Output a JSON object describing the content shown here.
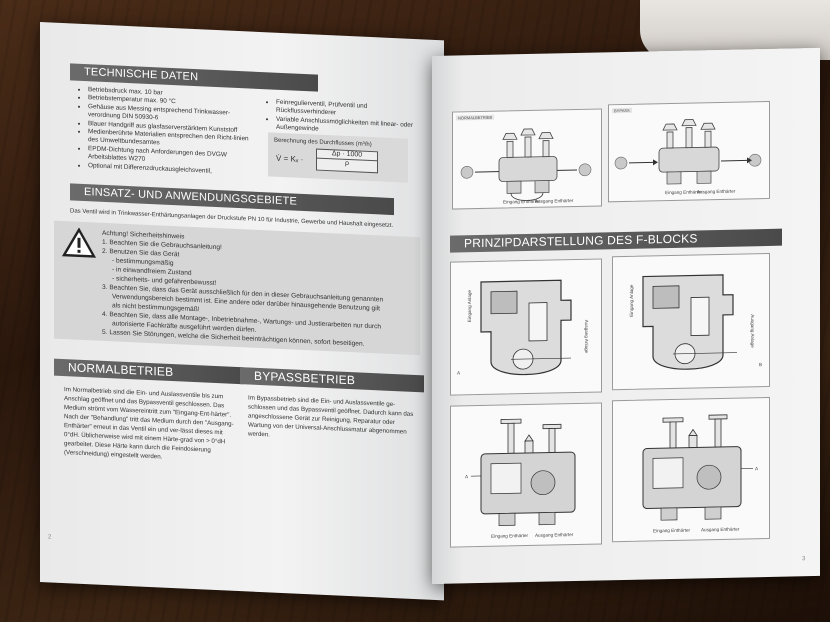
{
  "left_page": {
    "technische_daten": {
      "title": "TECHNISCHE DATEN",
      "bullets": [
        "Betriebsdruck max. 10 bar",
        "Betriebstemperatur max. 90 °C",
        "Gehäuse aus Messing entsprechend Trinkwasser-verordnung DIN 50930-6",
        "Blauer Handgriff aus glasfaserverstärktem Kunststoff",
        "Medienberührte Materialien entsprechen den Richt-linien des Umweltbundesamtes",
        "EPDM-Dichtung nach Anforderungen des DVGW Arbeitsblattes W270",
        "Optional mit Differenzdruckausgleichsventil,"
      ],
      "right_col": [
        "Feinregulierventil, Prüfventil und Rückflussverhinderer",
        "Variable Anschlussmöglichkeiten mit linear- oder Außengewinde"
      ],
      "formula_title": "Berechnung des Durchflusses (m³/h)",
      "formula_lhs": "V̇ = Kᵥ ·",
      "formula_num": "Δp · 1000",
      "formula_den": "ρ"
    },
    "einsatz": {
      "title": "EINSATZ- UND ANWENDUNGSGEBIETE",
      "text": "Das Ventil wird in Trinkwasser-Enthärtungsanlagen der Druckstufe PN 10 für Industrie, Gewerbe und Haushalt eingesetzt."
    },
    "warning": {
      "heading": "Achtung! Sicherheitshinweis",
      "items": [
        "1. Beachten Sie die Gebrauchsanleitung!",
        "2. Benutzen Sie das Gerät",
        "- bestimmungsmäßig",
        "- in einwandfreiem Zustand",
        "- sicherheits- und gefahrenbewusst!",
        "3. Beachten Sie, dass das Gerät ausschließlich für den in dieser Gebrauchsanleitung genannten",
        "Verwendungsbereich bestimmt ist. Eine andere oder darüber hinausgehende Benutzung gilt",
        "als nicht bestimmungsgemäß!",
        "4. Beachten Sie, dass alle Montage-, Inbetriebnahme-, Wartungs- und Justierarbeiten nur durch",
        "autorisierte Fachkräfte ausgeführt werden dürfen.",
        "5. Lassen Sie Störungen, welche die Sicherheit beeinträchtigen können, sofort beseitigen."
      ]
    },
    "normalbetrieb": {
      "title": "NORMALBETRIEB",
      "text": "Im Normalbetrieb sind die Ein- und Auslassventile bis zum Anschlag geöffnet und das Bypassventil geschlossen. Das Medium strömt vom Wassereintritt zum \"Eingang-Ent-härter\". Nach der \"Behandlung\" tritt das Medium durch den \"Ausgang-Enthärter\" erneut in das Ventil ein und ver-lässt dieses mit 0°dH. Üblicherweise wird mit einem Härte-grad von > 0°dH gearbeitet. Diese Härte kann durch die Feindosierung (Verschneidung) eingestellt werden."
    },
    "bypassbetrieb": {
      "title": "BYPASSBETRIEB",
      "text": "Im Bypassbetrieb sind die Ein- und Auslassventile ge-schlossen und das Bypassventil geöffnet. Dadurch kann das angeschlossene Gerät zur Reinigung, Reparatur oder Wartung von der Universal-Anschlussmatur abgenommen werden."
    },
    "page_number": "2"
  },
  "right_page": {
    "top_diagrams": [
      {
        "tag": "NORMALBETRIEB",
        "in_label": "Eingang Enthärter",
        "out_label": "Ausgang Enthärter"
      },
      {
        "tag": "BYPASS",
        "in_label": "Eingang Enthärter",
        "out_label": "Ausgang Enthärter"
      }
    ],
    "prinzip_title": "PRINZIPDARSTELLUNG DES F-BLOCKS",
    "section_labels": {
      "left": "Eingang Anlage",
      "right": "Ausgang Anlage",
      "a": "A",
      "b": "B"
    },
    "bottom_labels": {
      "in": "Eingang Enthärter",
      "out": "Ausgang Enthärter"
    },
    "page_number": "3"
  }
}
